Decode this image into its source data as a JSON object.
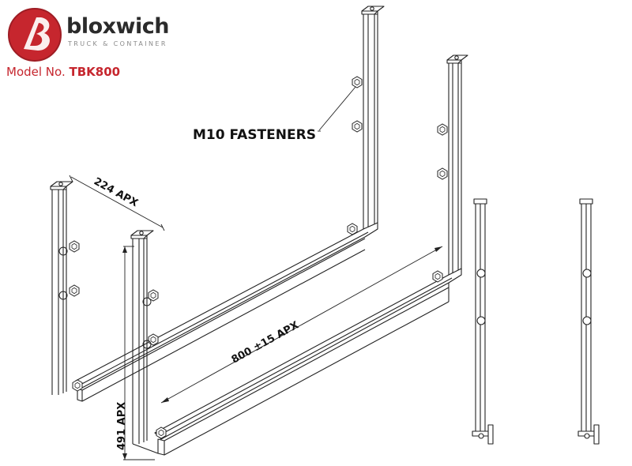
{
  "brand": {
    "name": "bloxwich",
    "tagline": "TRUCK & CONTAINER",
    "logo_color": "#c6262e"
  },
  "model": {
    "prefix": "Model No.",
    "number": "TBK800"
  },
  "annotations": {
    "fasteners": "M10 FASTENERS",
    "depth": "224 APX",
    "width": "800 ±15 APX",
    "height": "491 APX"
  }
}
